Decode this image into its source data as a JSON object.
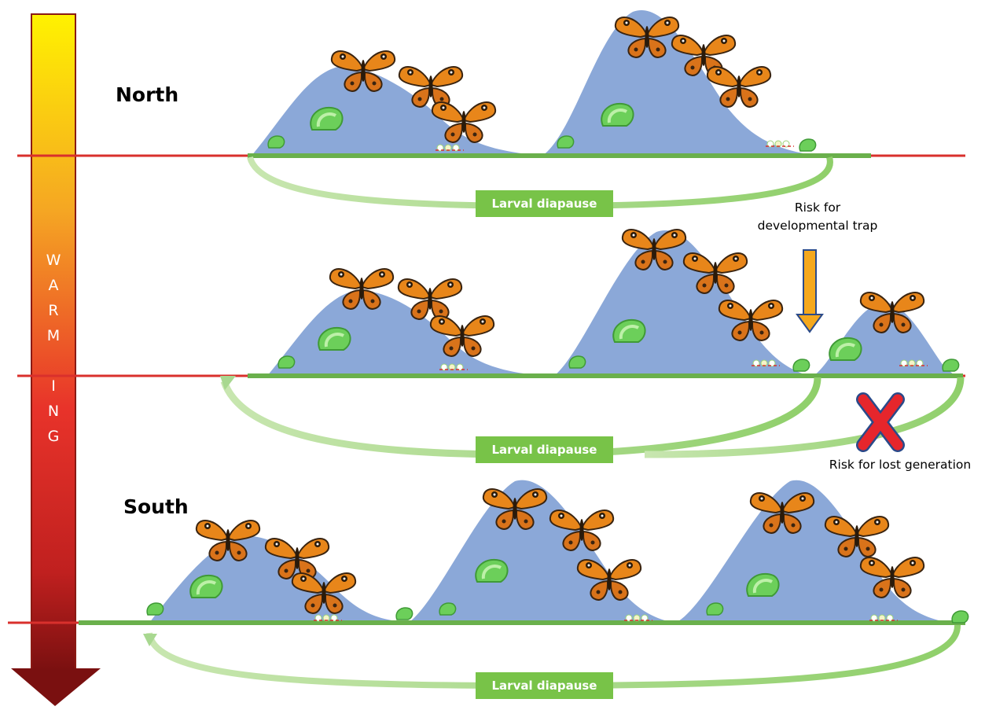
{
  "labels": {
    "north": "North",
    "south": "South",
    "larval_diapause_1": "Larval diapause",
    "larval_diapause_2": "Larval diapause",
    "larval_diapause_3": "Larval diapause",
    "dev_trap_line1": "Risk for",
    "dev_trap_line2": "developmental trap",
    "lost_generation": "Risk for lost generation"
  },
  "warming_letters": [
    "W",
    "A",
    "R",
    "M",
    "I",
    "N",
    "G"
  ],
  "colors": {
    "timeline_red": "#d9302c",
    "ground_green": "#6ab04c",
    "curve_blue": "#8ba8d8",
    "arrow_top": "#fff200",
    "arrow_mid": "#f28c1e",
    "arrow_red": "#e0262b",
    "arrow_bottom": "#7a1010",
    "diapause_green": "#78c348",
    "trap_arrow": "#f5a81c",
    "cross_red": "#e6262c",
    "butterfly_orange": "#e8861a"
  },
  "icons": [
    "butterfly-icon",
    "caterpillar-icon",
    "egg-cluster-icon",
    "cross-icon",
    "down-arrow-icon"
  ]
}
